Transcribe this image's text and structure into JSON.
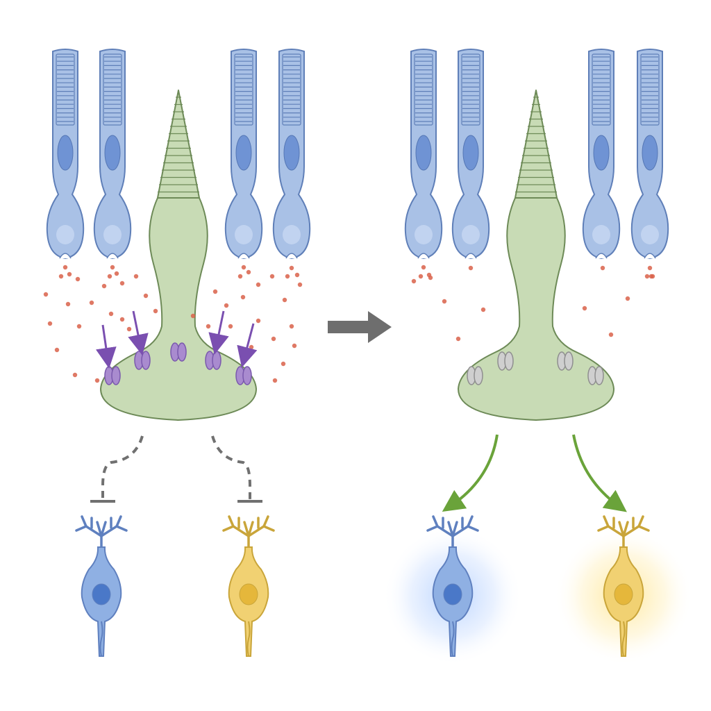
{
  "figure": {
    "panels": [
      {
        "id": "left",
        "state": "photoreceptors releasing neurotransmitter, receptors active, downstream cells inhibited",
        "rod_count": 4,
        "receptor_state": "active",
        "downstream_signal": "inhibition"
      },
      {
        "id": "right",
        "state": "reduced neurotransmitter release, receptors inactive, downstream cells activated",
        "rod_count": 4,
        "receptor_state": "inactive",
        "downstream_signal": "excitation"
      }
    ],
    "transition": {
      "icon": "right-arrow-icon"
    },
    "downstream_cells": [
      "blue-bipolar-cell",
      "yellow-bipolar-cell"
    ]
  },
  "colors": {
    "rod_fill": "#a9c1e6",
    "rod_stroke": "#5f7fb8",
    "rod_nucleus": "#6f93d4",
    "cone_fill": "#c8dbb5",
    "cone_stroke": "#6d8a57",
    "transmitter_dot": "#d9614a",
    "receptor_active": "#a98bcf",
    "receptor_inactive": "#bdbdbd",
    "inhibit_line": "#707070",
    "excite_arrow": "#6aa33a",
    "blue_cell": "#8fb0e3",
    "yellow_cell": "#f1d172",
    "transition_arrow": "#6e6e6e"
  }
}
